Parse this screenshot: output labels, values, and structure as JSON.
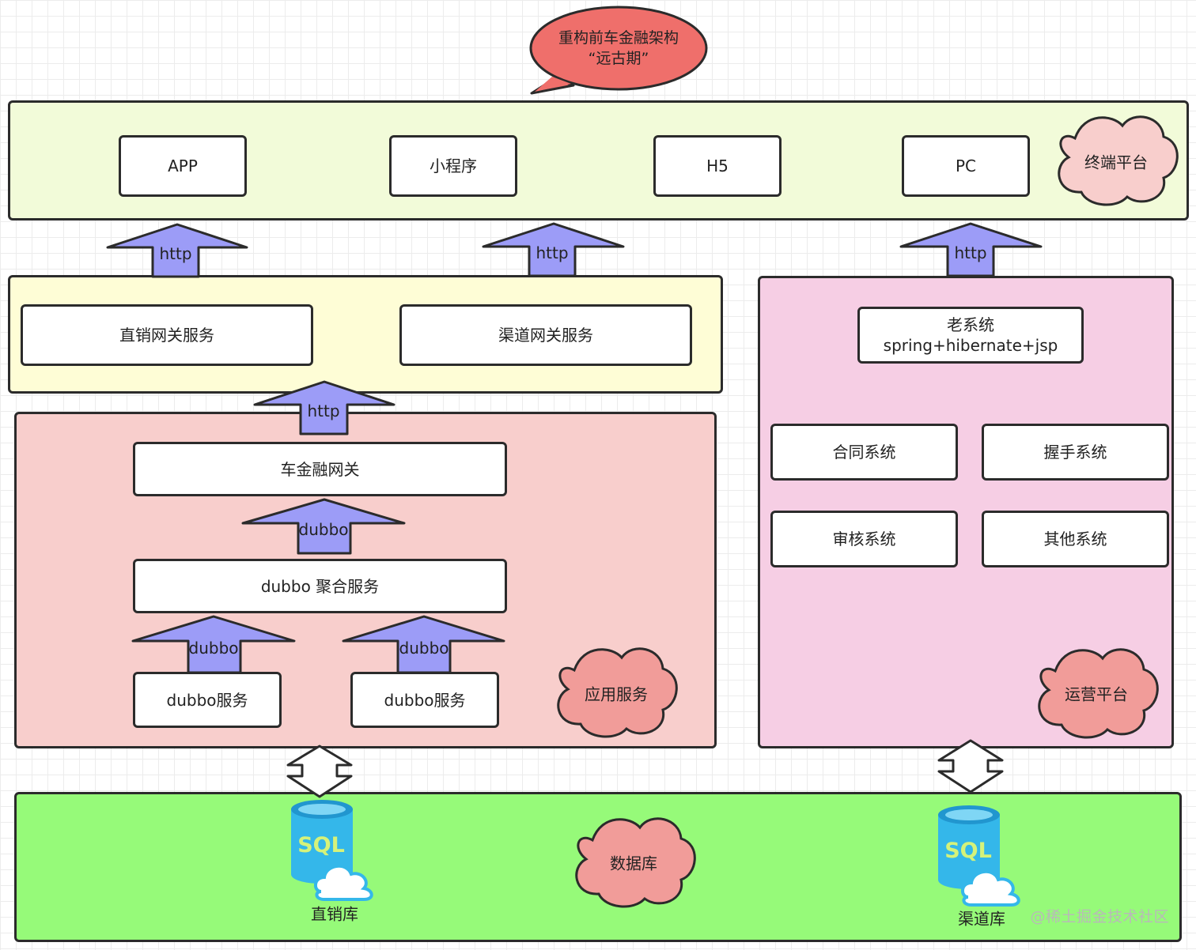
{
  "title": {
    "line1": "重构前车金融架构",
    "line2": "“远古期”"
  },
  "colors": {
    "terminal_panel": "#f2fbd9",
    "gateway_panel": "#fefdd6",
    "app_panel": "#f8cecc",
    "ops_panel": "#f6cee4",
    "db_panel": "#96fa79",
    "arrow_fill": "#9c9cf7",
    "cloud_fill": "#f19c99",
    "bubble_fill": "#ef6f6b",
    "db_icon": "#34b7ea"
  },
  "terminal": {
    "tag": "终端平台",
    "items": [
      "APP",
      "小程序",
      "H5",
      "PC"
    ]
  },
  "gateway": {
    "items": [
      "直销网关服务",
      "渠道网关服务"
    ]
  },
  "app_service": {
    "tag": "应用服务",
    "gateway": "车金融网关",
    "aggregate": "dubbo 聚合服务",
    "services": [
      "dubbo服务",
      "dubbo服务"
    ]
  },
  "ops": {
    "tag": "运营平台",
    "legacy": {
      "line1": "老系统",
      "line2": "spring+hibernate+jsp"
    },
    "systems": [
      "合同系统",
      "握手系统",
      "审核系统",
      "其他系统"
    ]
  },
  "arrows": {
    "http": "http",
    "dubbo": "dubbo"
  },
  "database": {
    "tag": "数据库",
    "icon_text": "SQL",
    "dbs": [
      "直销库",
      "渠道库"
    ]
  },
  "watermark": "@稀土掘金技术社区"
}
